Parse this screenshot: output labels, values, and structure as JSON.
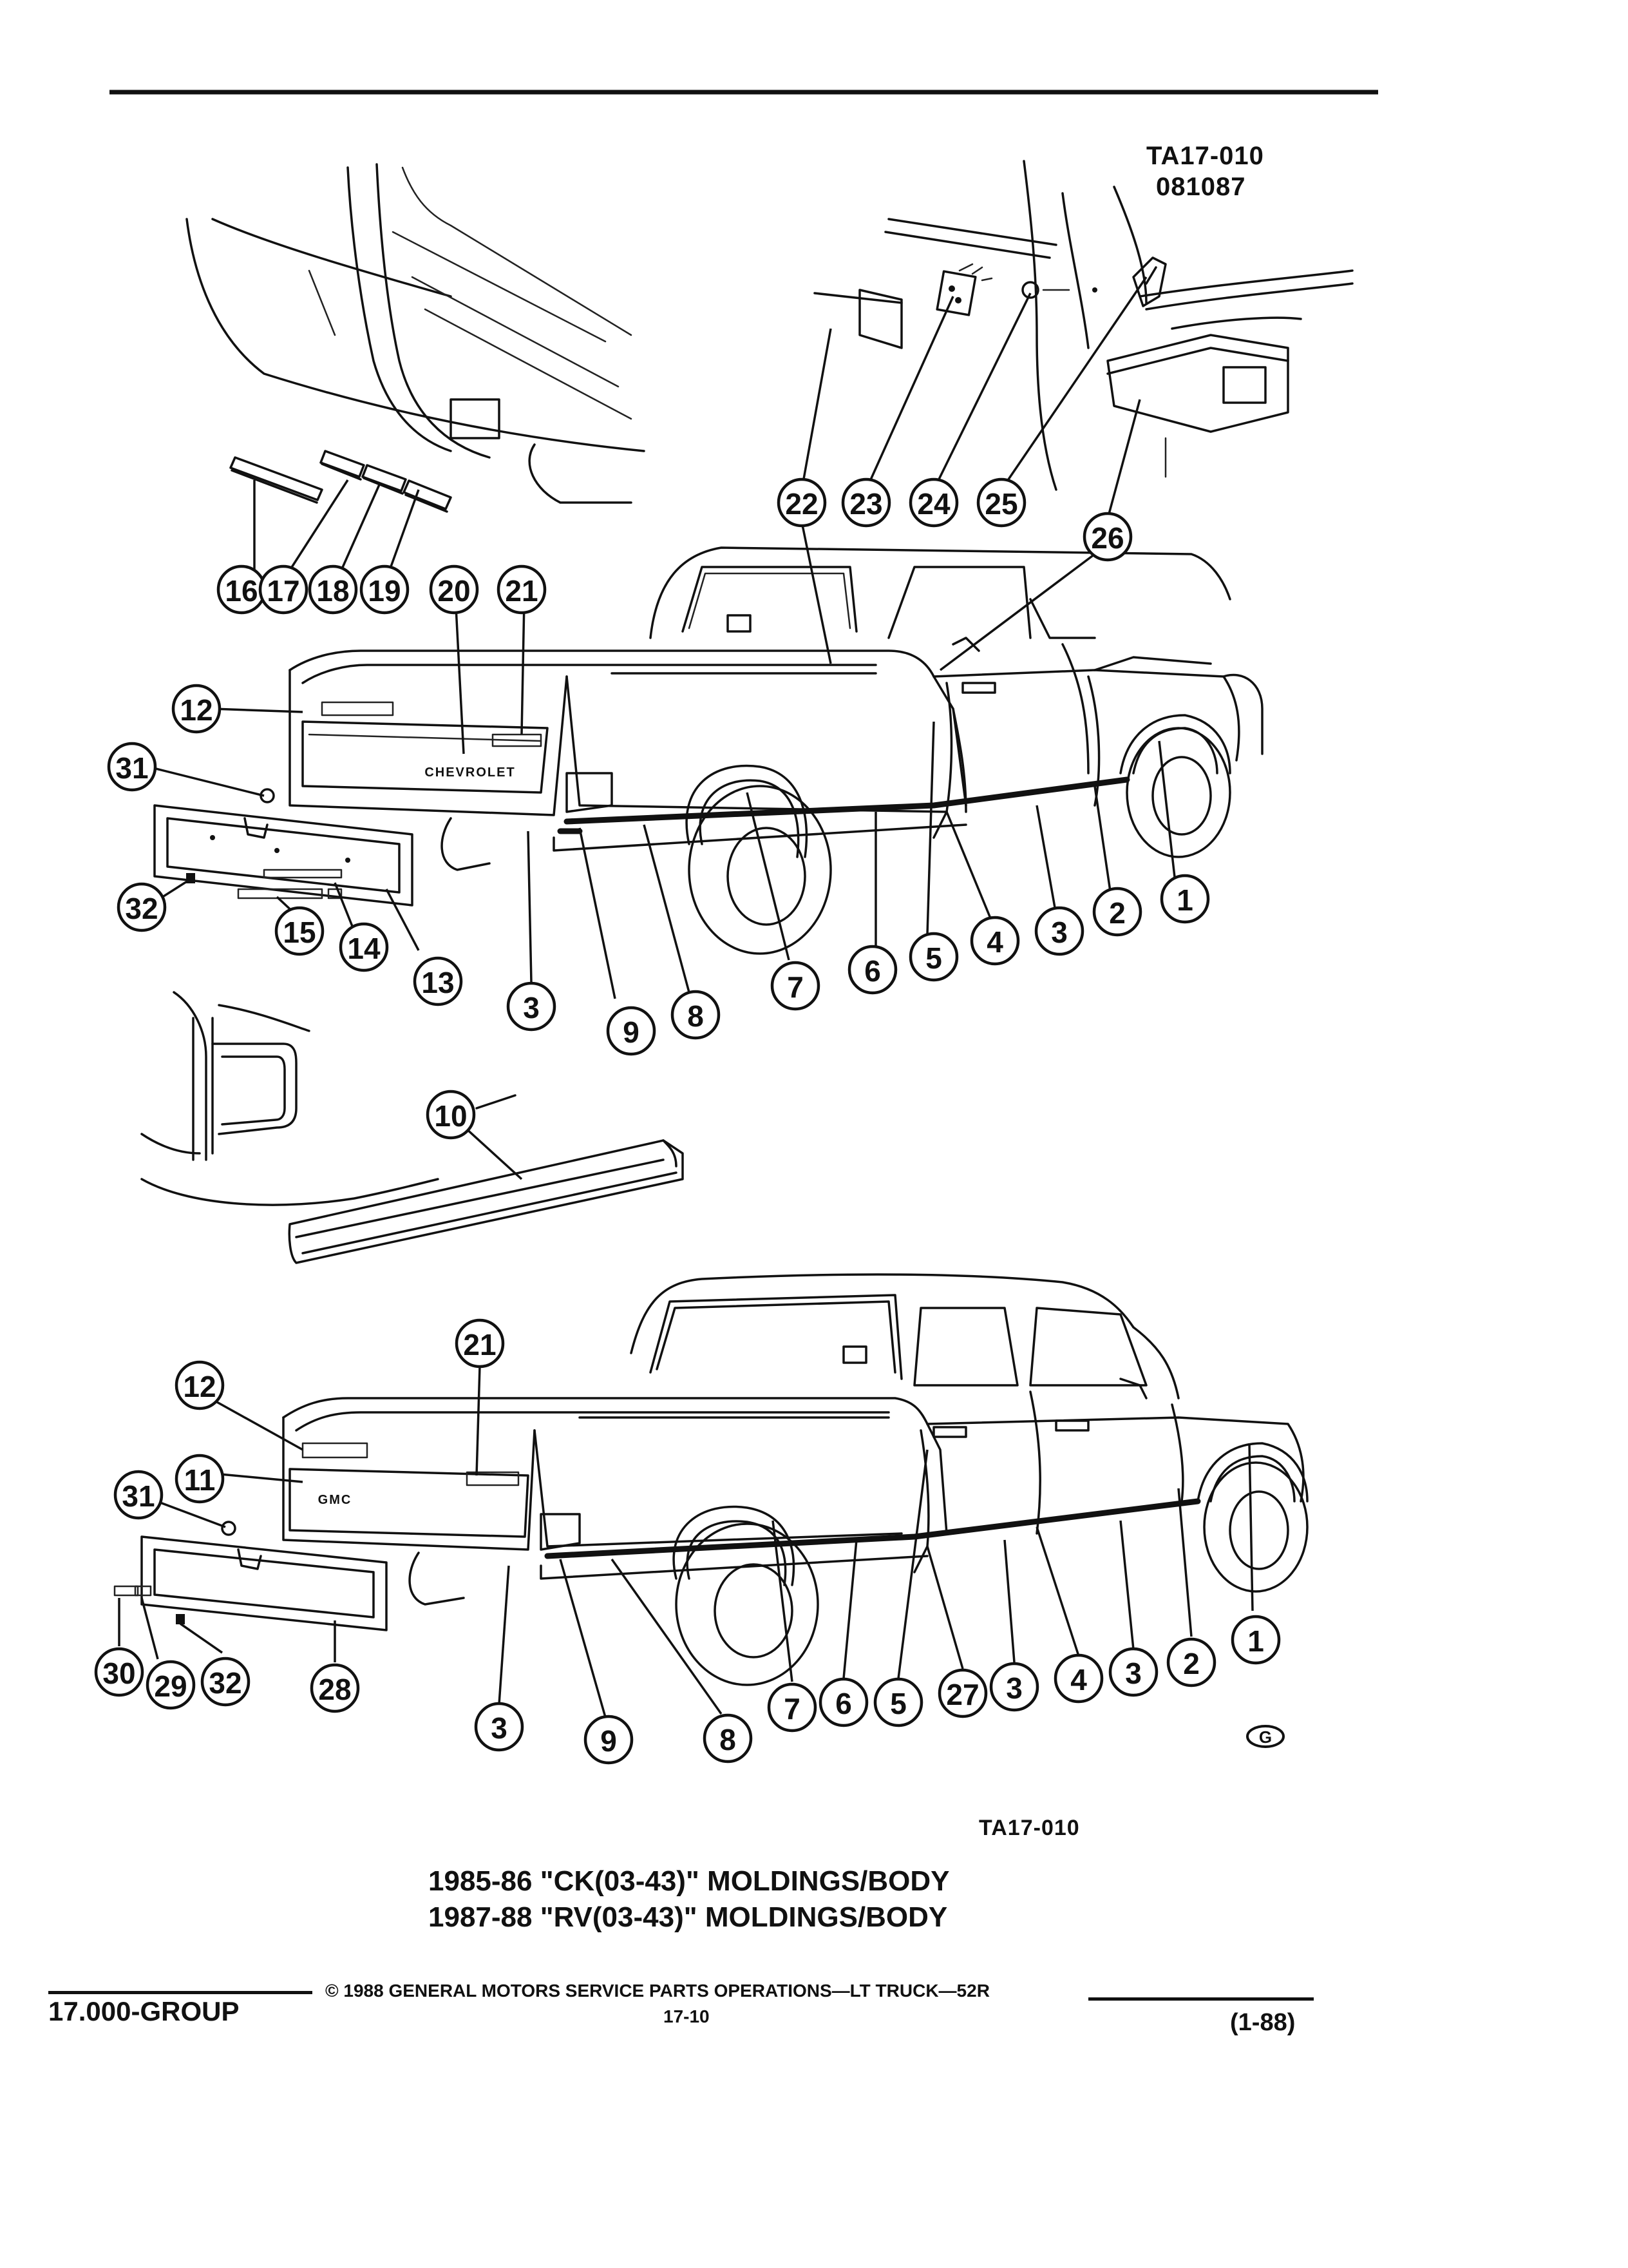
{
  "figure": {
    "ref_code_top": "TA17-010",
    "date_code_top": "081087",
    "ref_code_bottom": "TA17-010",
    "caption_line_1": "1985-86 \"CK(03-43)\" MOLDINGS/BODY",
    "caption_line_2": "1987-88 \"RV(03-43)\" MOLDINGS/BODY"
  },
  "emblems": {
    "upper_tailgate": "CHEVROLET",
    "lower_tailgate": "GMC"
  },
  "corner_mark": "G",
  "footer": {
    "group": "17.000-GROUP",
    "copyright_line": "© 1988 GENERAL MOTORS SERVICE PARTS OPERATIONS—LT TRUCK—52R",
    "page_number": "17-10",
    "revision": "(1-88)"
  },
  "callouts": [
    {
      "id": "c16",
      "label": "16"
    },
    {
      "id": "c17",
      "label": "17"
    },
    {
      "id": "c18",
      "label": "18"
    },
    {
      "id": "c19",
      "label": "19"
    },
    {
      "id": "c20",
      "label": "20"
    },
    {
      "id": "c21a",
      "label": "21"
    },
    {
      "id": "c22",
      "label": "22"
    },
    {
      "id": "c23",
      "label": "23"
    },
    {
      "id": "c24",
      "label": "24"
    },
    {
      "id": "c25",
      "label": "25"
    },
    {
      "id": "c26",
      "label": "26"
    },
    {
      "id": "c12a",
      "label": "12"
    },
    {
      "id": "c31a",
      "label": "31"
    },
    {
      "id": "c32a",
      "label": "32"
    },
    {
      "id": "c15",
      "label": "15"
    },
    {
      "id": "c14",
      "label": "14"
    },
    {
      "id": "c13",
      "label": "13"
    },
    {
      "id": "c3a",
      "label": "3"
    },
    {
      "id": "c9a",
      "label": "9"
    },
    {
      "id": "c8a",
      "label": "8"
    },
    {
      "id": "c7a",
      "label": "7"
    },
    {
      "id": "c6a",
      "label": "6"
    },
    {
      "id": "c5a",
      "label": "5"
    },
    {
      "id": "c4a",
      "label": "4"
    },
    {
      "id": "c3b",
      "label": "3"
    },
    {
      "id": "c2a",
      "label": "2"
    },
    {
      "id": "c1a",
      "label": "1"
    },
    {
      "id": "c10",
      "label": "10"
    },
    {
      "id": "c21b",
      "label": "21"
    },
    {
      "id": "c12b",
      "label": "12"
    },
    {
      "id": "c11",
      "label": "11"
    },
    {
      "id": "c31b",
      "label": "31"
    },
    {
      "id": "c30",
      "label": "30"
    },
    {
      "id": "c29",
      "label": "29"
    },
    {
      "id": "c32b",
      "label": "32"
    },
    {
      "id": "c28",
      "label": "28"
    },
    {
      "id": "c3c",
      "label": "3"
    },
    {
      "id": "c9b",
      "label": "9"
    },
    {
      "id": "c8b",
      "label": "8"
    },
    {
      "id": "c7b",
      "label": "7"
    },
    {
      "id": "c6b",
      "label": "6"
    },
    {
      "id": "c5b",
      "label": "5"
    },
    {
      "id": "c27",
      "label": "27"
    },
    {
      "id": "c3d",
      "label": "3"
    },
    {
      "id": "c4b",
      "label": "4"
    },
    {
      "id": "c3e",
      "label": "3"
    },
    {
      "id": "c2b",
      "label": "2"
    },
    {
      "id": "c1b",
      "label": "1"
    }
  ]
}
